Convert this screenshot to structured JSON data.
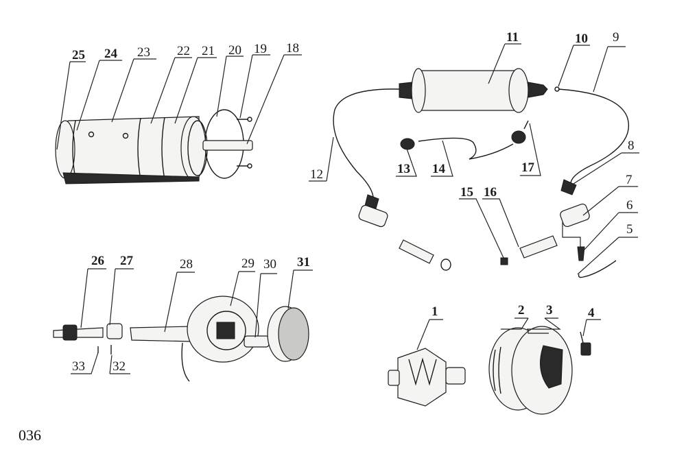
{
  "page_number": "036",
  "groups": {
    "starter_motor": {
      "parts": [
        "18",
        "19",
        "20",
        "21",
        "22",
        "23",
        "24",
        "25"
      ]
    },
    "ignition_coil_and_leads": {
      "parts": [
        "5",
        "6",
        "7",
        "8",
        "9",
        "10",
        "11",
        "12",
        "13",
        "14",
        "15",
        "16",
        "17"
      ]
    },
    "distributor": {
      "parts": [
        "26",
        "27",
        "28",
        "29",
        "30",
        "31",
        "32",
        "33"
      ]
    },
    "alternator": {
      "parts": [
        "1",
        "2",
        "3",
        "4"
      ]
    }
  },
  "labels": {
    "p1": "1",
    "p2": "2",
    "p3": "3",
    "p4": "4",
    "p5": "5",
    "p6": "6",
    "p7": "7",
    "p8": "8",
    "p9": "9",
    "p10": "10",
    "p11": "11",
    "p12": "12",
    "p13": "13",
    "p14": "14",
    "p15": "15",
    "p16": "16",
    "p17": "17",
    "p18": "18",
    "p19": "19",
    "p20": "20",
    "p21": "21",
    "p22": "22",
    "p23": "23",
    "p24": "24",
    "p25": "25",
    "p26": "26",
    "p27": "27",
    "p28": "28",
    "p29": "29",
    "p30": "30",
    "p31": "31",
    "p32": "32",
    "p33": "33"
  }
}
